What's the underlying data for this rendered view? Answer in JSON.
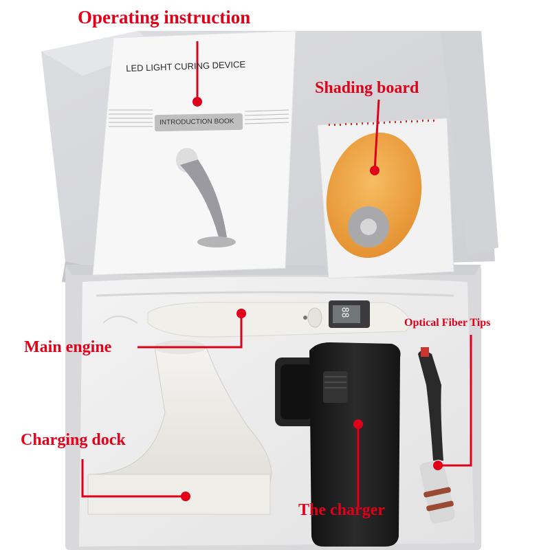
{
  "booklet": {
    "title": "LED LIGHT CURING DEVICE",
    "subtitle": "INTRODUCTION BOOK"
  },
  "display_readout": "88",
  "callouts": {
    "operating_instruction": "Operating instruction",
    "shading_board": "Shading board",
    "main_engine": "Main engine",
    "optical_fiber_tips": "Optical Fiber Tips",
    "charging_dock": "Charging dock",
    "the_charger": "The charger"
  },
  "colors": {
    "callout_red": "#e0001a",
    "box_carton": "#e6e6e8",
    "foam": "#ececec",
    "shade_orange": "#f2a33a",
    "charger_black": "#1e1e1e"
  }
}
